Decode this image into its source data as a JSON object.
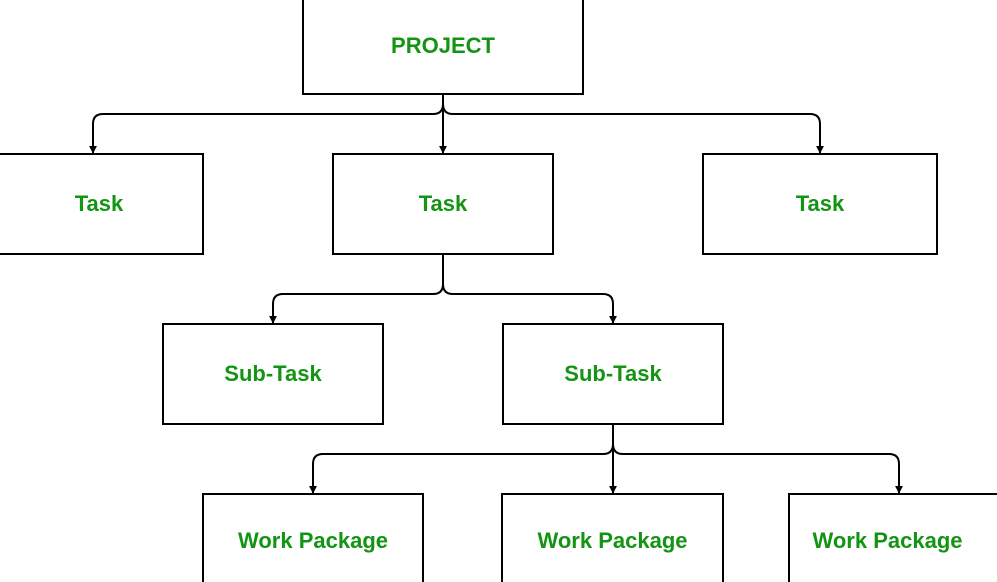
{
  "diagram": {
    "root": {
      "label": "PROJECT"
    },
    "tasks": [
      {
        "label": "Task"
      },
      {
        "label": "Task"
      },
      {
        "label": "Task"
      }
    ],
    "sub_tasks": [
      {
        "label": "Sub-Task"
      },
      {
        "label": "Sub-Task"
      }
    ],
    "work_packages": [
      {
        "label": "Work Package"
      },
      {
        "label": "Work Package"
      },
      {
        "label": "Work Package"
      }
    ],
    "edges": [
      {
        "from": "PROJECT",
        "to": "Task (1)"
      },
      {
        "from": "PROJECT",
        "to": "Task (2)"
      },
      {
        "from": "PROJECT",
        "to": "Task (3)"
      },
      {
        "from": "Task (2)",
        "to": "Sub-Task (1)"
      },
      {
        "from": "Task (2)",
        "to": "Sub-Task (2)"
      },
      {
        "from": "Sub-Task (2)",
        "to": "Work Package (1)"
      },
      {
        "from": "Sub-Task (2)",
        "to": "Work Package (2)"
      },
      {
        "from": "Sub-Task (2)",
        "to": "Work Package (3)"
      }
    ],
    "colors": {
      "label_text": "#149414",
      "box_border": "#000000",
      "connector": "#000000",
      "background": "#ffffff"
    }
  }
}
